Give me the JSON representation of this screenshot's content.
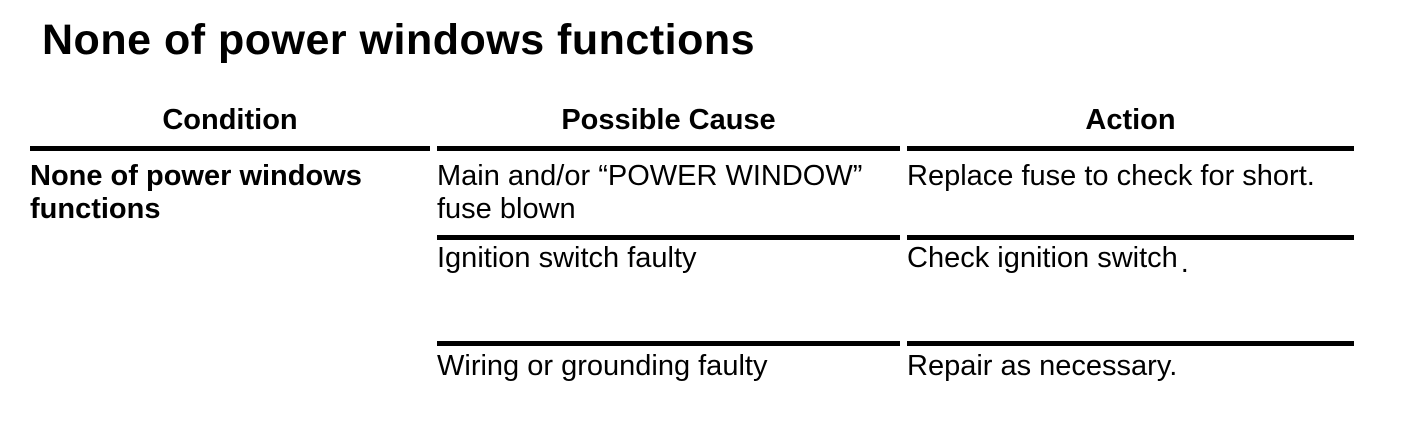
{
  "page": {
    "title": "None of power windows functions",
    "background_color": "#ffffff",
    "text_color": "#000000",
    "rule_color": "#000000"
  },
  "table": {
    "columns": [
      "Condition",
      "Possible Cause",
      "Action"
    ],
    "condition": "None of power windows\nfunctions",
    "rows": [
      {
        "cause": "Main and/or “POWER WINDOW”\nfuse blown",
        "action": "Replace fuse to check for short."
      },
      {
        "cause": "Ignition switch faulty",
        "action": "Check ignition switch",
        "action_suffix": "."
      },
      {
        "cause": "Wiring or grounding faulty",
        "action": "Repair as necessary."
      }
    ]
  }
}
